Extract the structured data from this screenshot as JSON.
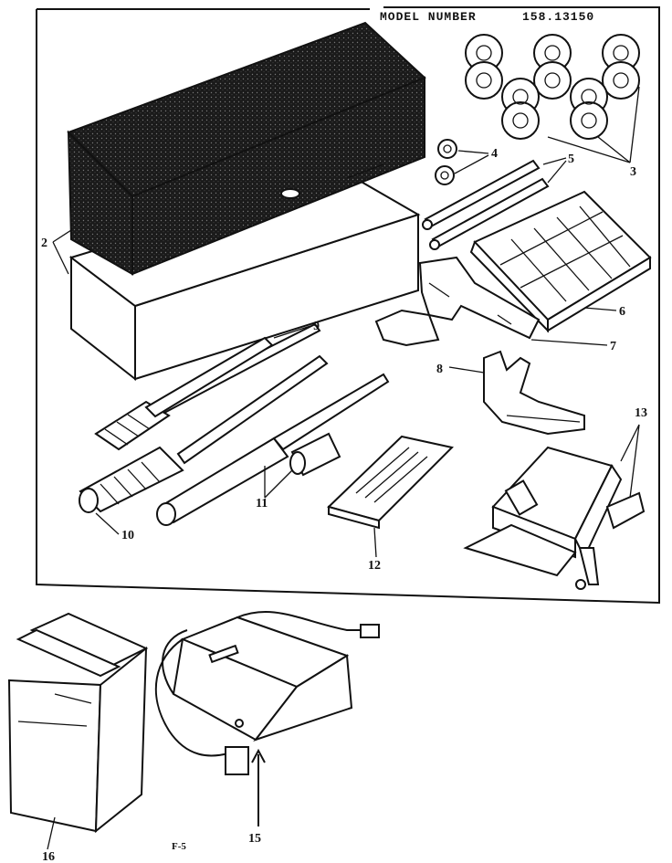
{
  "header": {
    "model_label": "MODEL NUMBER",
    "model_number": "158.13150"
  },
  "callouts": {
    "c2": "2",
    "c3": "3",
    "c4": "4",
    "c5": "5",
    "c6": "6",
    "c7": "7",
    "c8": "8",
    "c9": "9",
    "c10": "10",
    "c11": "11",
    "c12": "12",
    "c13": "13",
    "c15": "15",
    "c16": "16"
  },
  "figure_label": "F-5",
  "colors": {
    "ink": "#111111",
    "paper": "#ffffff"
  }
}
